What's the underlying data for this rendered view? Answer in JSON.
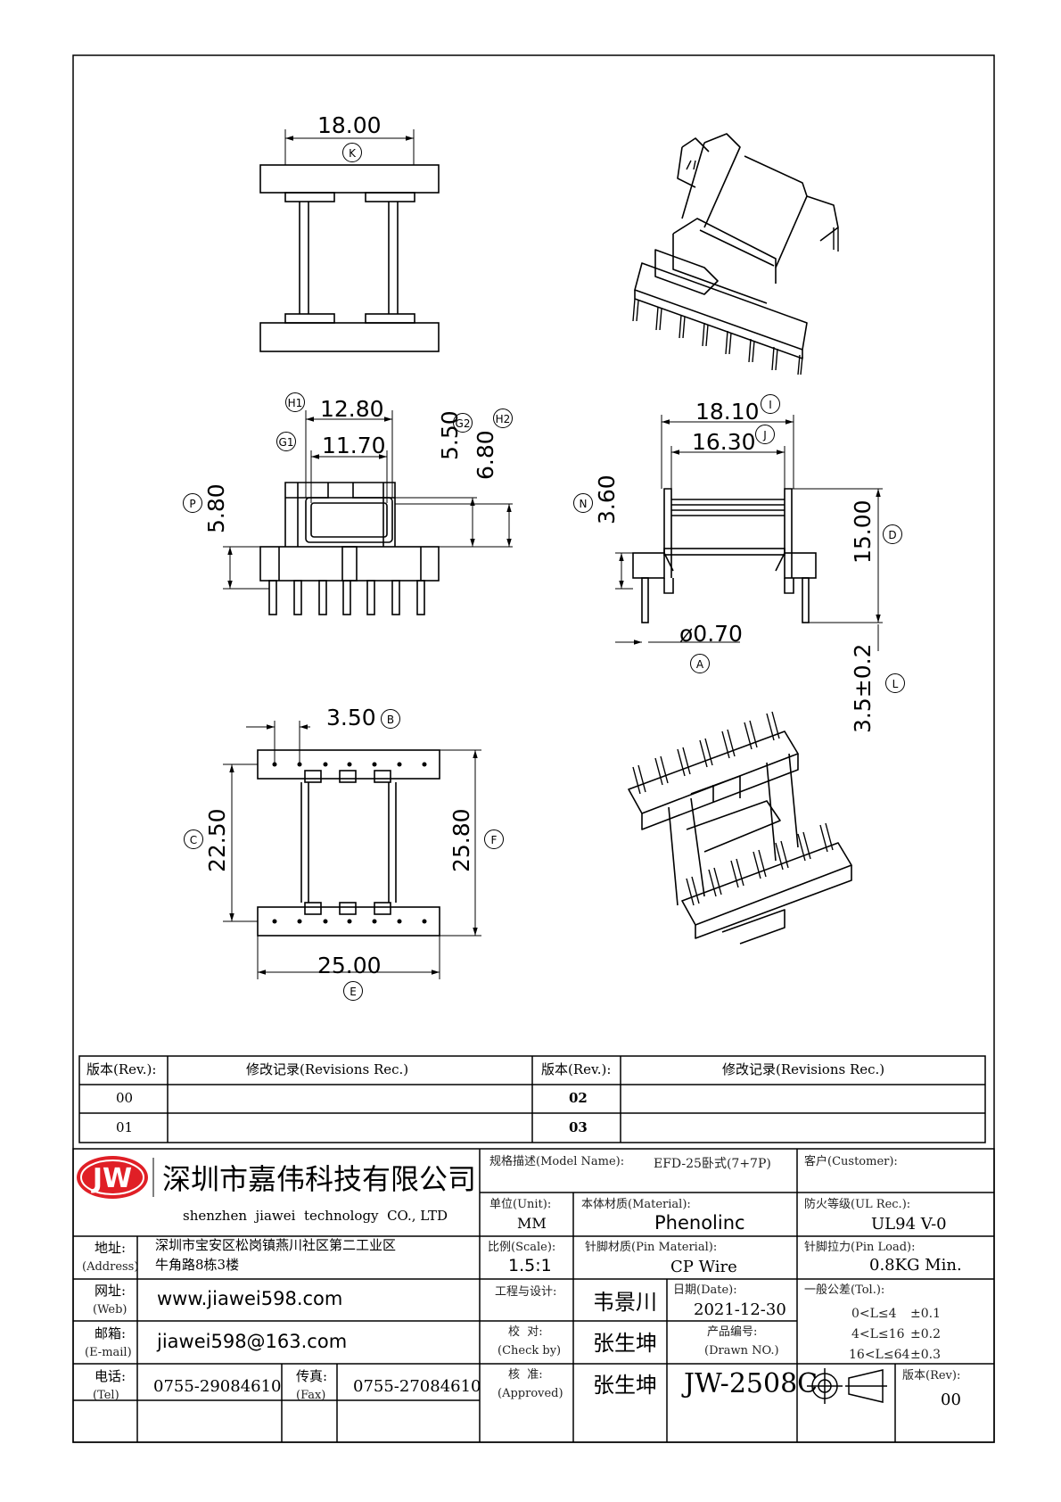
{
  "drawing": {
    "dimensions": {
      "K": "18.00",
      "H1": "12.80",
      "G1": "11.70",
      "G2": "5.50",
      "H2": "6.80",
      "P": "5.80",
      "I": "18.10",
      "J": "16.30",
      "N": "3.60",
      "D": "15.00",
      "A": "ø0.70",
      "L": "3.5±0.2",
      "B": "3.50",
      "C": "22.50",
      "F": "25.80",
      "E": "25.00"
    },
    "callouts": {
      "K": "K",
      "H1": "H1",
      "G1": "G1",
      "G2": "G2",
      "H2": "H2",
      "P": "P",
      "I": "I",
      "J": "J",
      "N": "N",
      "D": "D",
      "A": "A",
      "L": "L",
      "B": "B",
      "C": "C",
      "F": "F",
      "E": "E"
    }
  },
  "revisions": {
    "header_rev": "版本(Rev.):",
    "header_rec": "修改记录(Revisions Rec.)",
    "left_revs": [
      "00",
      "01"
    ],
    "right_revs": [
      "02",
      "03"
    ]
  },
  "title_block": {
    "logo": "JW",
    "company_cn": "深圳市嘉伟科技有限公司",
    "company_en": "shenzhen  jiawei  technology  CO., LTD",
    "address_label": "地址:",
    "address_label_en": "(Address)",
    "address_line1": "深圳市宝安区松岗镇燕川社区第二工业区",
    "address_line2": "牛角路8栋3楼",
    "web_label": "网址:",
    "web_label_en": "(Web)",
    "web": "www.jiawei598.com",
    "email_label": "邮箱:",
    "email_label_en": "(E-mail)",
    "email": "jiawei598@163.com",
    "tel_label": "电话:",
    "tel_label_en": "(Tel)",
    "tel": "0755-29084610",
    "fax_label": "传真:",
    "fax_label_en": "(Fax)",
    "fax": "0755-27084610",
    "model_label": "规格描述(Model Name):",
    "model": "EFD-25卧式(7+7P)",
    "customer_label": "客户(Customer):",
    "customer": "",
    "unit_label": "单位(Unit):",
    "unit": "MM",
    "material_label": "本体材质(Material):",
    "material": "Phenolinc",
    "ul_label": "防火等级(UL Rec.):",
    "ul": "UL94 V-0",
    "scale_label": "比例(Scale):",
    "scale": "1.5:1",
    "pin_material_label": "针脚材质(Pin Material):",
    "pin_material": "CP Wire",
    "pin_load_label": "针脚拉力(Pin Load):",
    "pin_load": "0.8KG Min.",
    "design_label": "工程与设计:",
    "designer": "韦景川",
    "date_label": "日期(Date):",
    "date": "2021-12-30",
    "tol_label": "一般公差(Tol.):",
    "tol": [
      {
        "range": "0<L≤4",
        "value": "±0.1"
      },
      {
        "range": "4<L≤16",
        "value": "±0.2"
      },
      {
        "range": "16<L≤64",
        "value": "±0.3"
      }
    ],
    "check_label": "校  对:",
    "check_label_en": "(Check by)",
    "checker": "张生坤",
    "drawn_label": "产品编号:",
    "drawn_label_en": "(Drawn NO.)",
    "approved_label": "核  准:",
    "approved_label_en": "(Approved)",
    "approver": "张生坤",
    "part_no": "JW-2508C",
    "rev_label": "版本(Rev):",
    "rev": "00"
  }
}
